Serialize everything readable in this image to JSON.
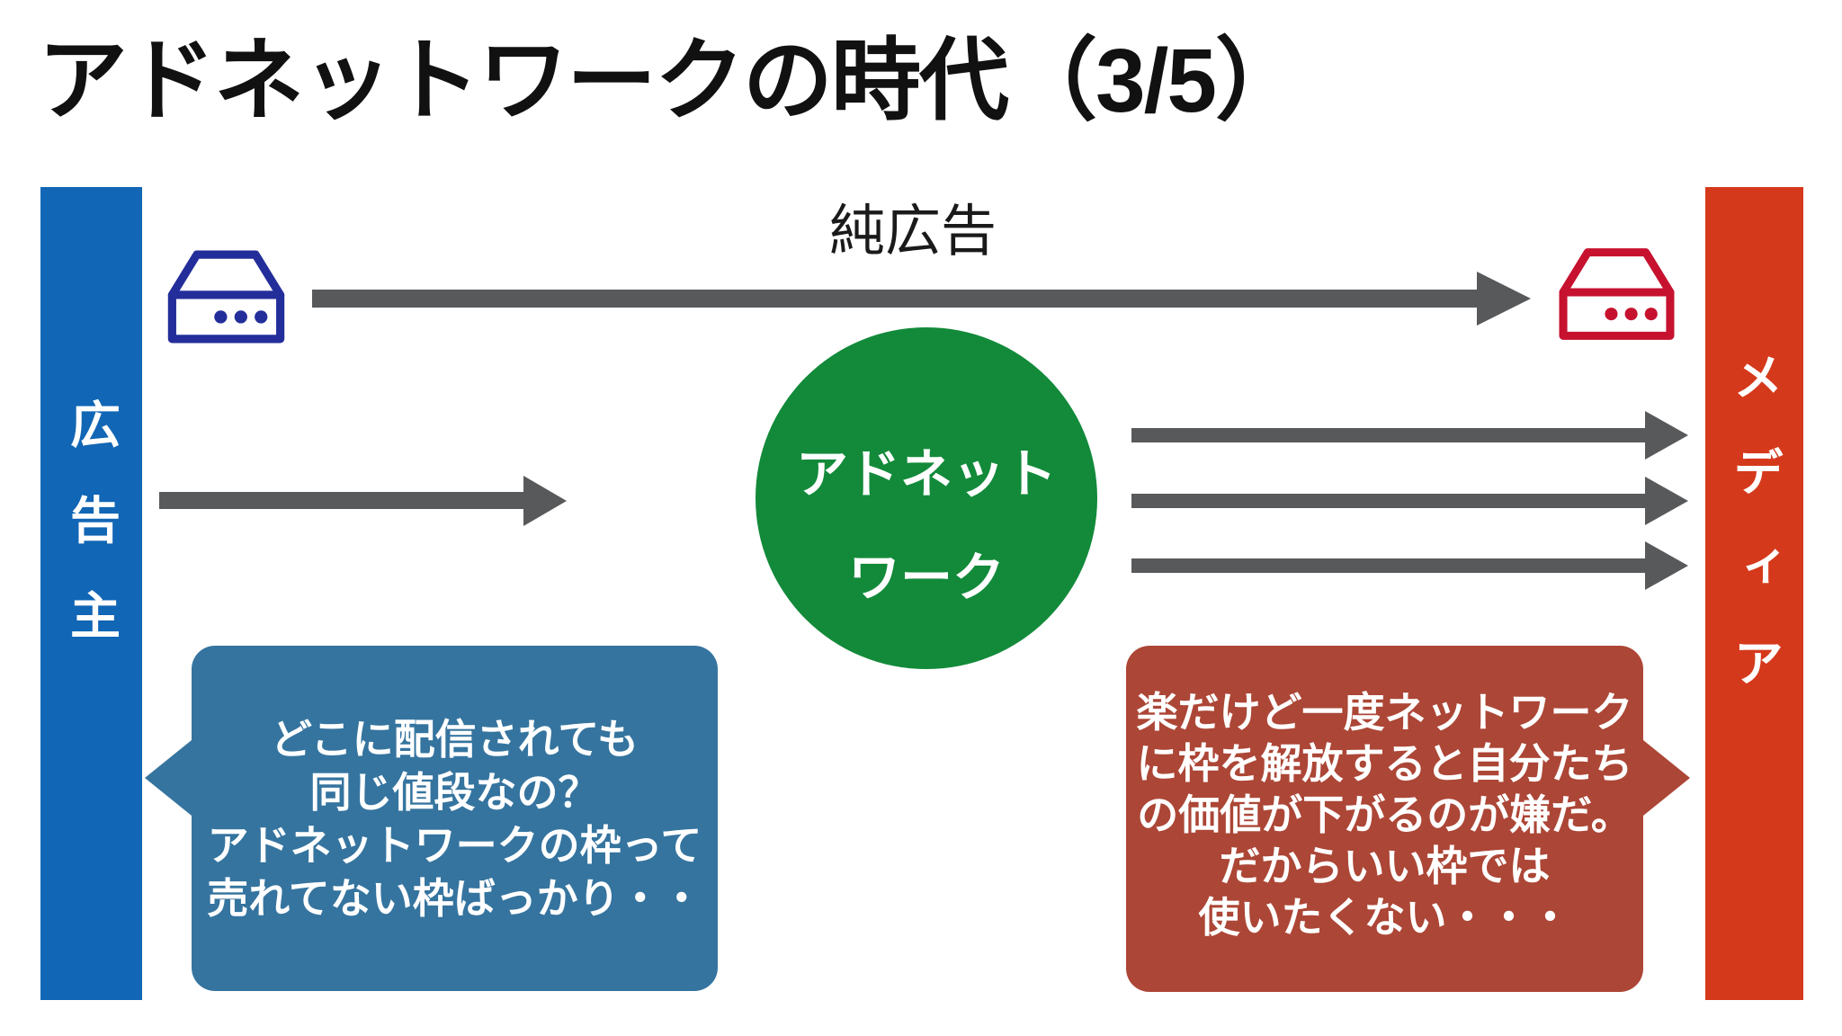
{
  "title": "アドネットワークの時代（3/5）",
  "colors": {
    "blue_bar": "#1166b5",
    "red_bar": "#d5391b",
    "advertiser_icon": "#242e9a",
    "media_icon": "#c6122f",
    "green_circle": "#128a3a",
    "arrow_gray": "#58595b",
    "bubble_blue": "#35749f",
    "bubble_red": "#ac4636"
  },
  "advertiser": {
    "label": "広告主"
  },
  "media": {
    "label": "メディア"
  },
  "pure_ad_label": "純広告",
  "network": {
    "line1": "アドネット",
    "line2": "ワーク"
  },
  "icons": {
    "advertiser": "server-icon",
    "media": "server-icon"
  },
  "flows": [
    {
      "from": "advertiser",
      "to": "media",
      "label": "純広告"
    },
    {
      "from": "advertiser",
      "to": "ad-network",
      "label": ""
    },
    {
      "from": "ad-network",
      "to": "media",
      "arrow_count": 3
    }
  ],
  "bubble_advertiser": {
    "lines": [
      "どこに配信されても",
      "同じ値段なの？",
      "アドネットワークの枠って",
      "売れてない枠ばっかり・・"
    ]
  },
  "bubble_media": {
    "lines": [
      "楽だけど一度ネットワーク",
      "に枠を解放すると自分たち",
      "の価値が下がるのが嫌だ。",
      "だからいい枠では",
      "使いたくない・・・"
    ]
  }
}
